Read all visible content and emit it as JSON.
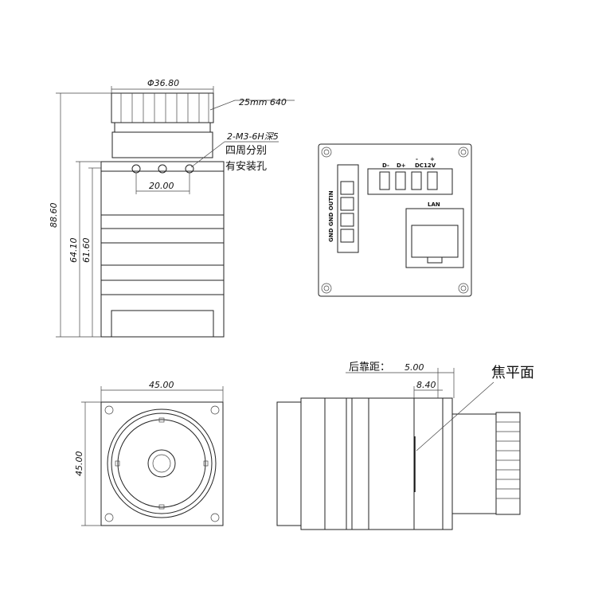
{
  "front_view": {
    "lens_diameter": "Φ36.80",
    "lens_callout": "25mm 640",
    "mount_holes_callout": "2-M3-6H深5",
    "mount_holes_note_line1": "四周分别",
    "mount_holes_note_line2": "有安装孔",
    "hole_spacing": "20.00",
    "total_height": "88.60",
    "body_height_a": "64.10",
    "body_height_b": "61.60"
  },
  "rear_view": {
    "pin_d_minus": "D-",
    "pin_d_plus": "D+",
    "pin_minus": "-",
    "pin_plus": "+",
    "pin_dc12v": "DC12V",
    "lan_label": "LAN",
    "io_label": "GND GND OUTIN"
  },
  "bottom_view": {
    "width": "45.00",
    "height": "45.00"
  },
  "side_view": {
    "back_focus_label": "后靠距：",
    "back_focus_value": "5.00",
    "flange_distance": "8.40",
    "focal_plane_label": "焦平面"
  }
}
